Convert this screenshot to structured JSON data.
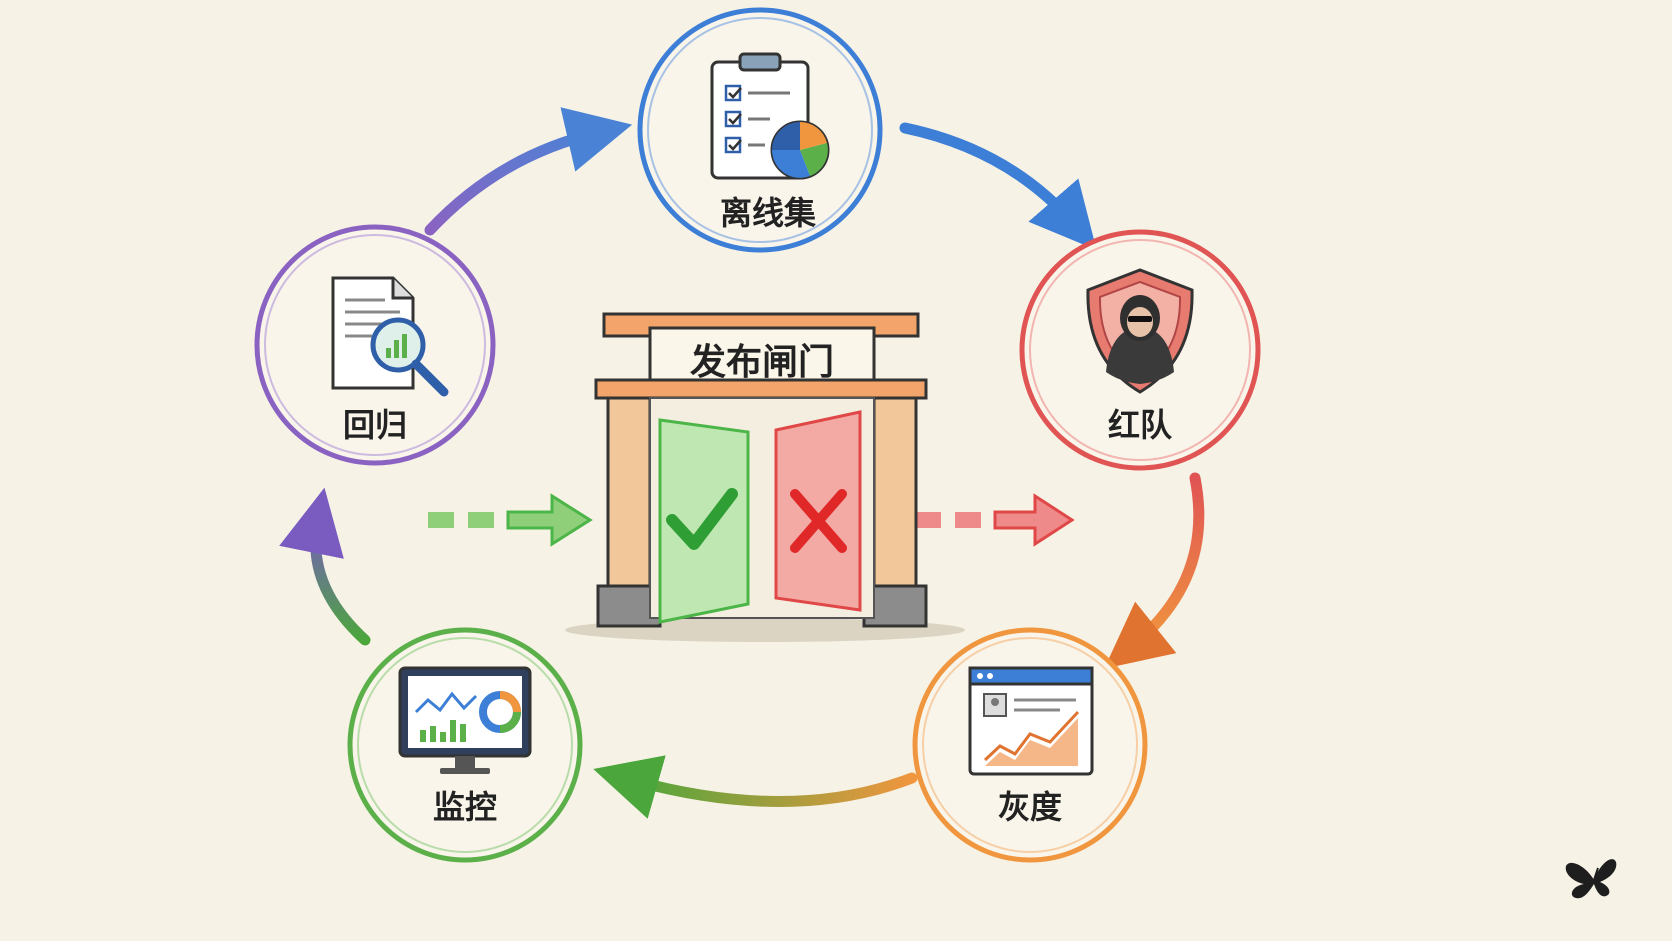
{
  "gate": {
    "title": "发布闸门"
  },
  "nodes": [
    {
      "id": "offline",
      "label": "离线集",
      "color": "#3d7fd6",
      "icon": "clipboard-chart-icon"
    },
    {
      "id": "redteam",
      "label": "红队",
      "color": "#e05454",
      "icon": "hacker-shield-icon"
    },
    {
      "id": "canary",
      "label": "灰度",
      "color": "#f0963e",
      "icon": "browser-chart-icon"
    },
    {
      "id": "monitor",
      "label": "监控",
      "color": "#5bb04a",
      "icon": "monitor-dashboard-icon"
    },
    {
      "id": "regression",
      "label": "回归",
      "color": "#8a63c2",
      "icon": "document-magnifier-icon"
    }
  ],
  "colors": {
    "pass": "#4cb548",
    "fail": "#e04848",
    "stone": "#f2c79a",
    "beam": "#f3a46a"
  },
  "icons": {
    "pass": "check-icon",
    "fail": "cross-icon",
    "logo": "butterfly-logo-icon"
  }
}
